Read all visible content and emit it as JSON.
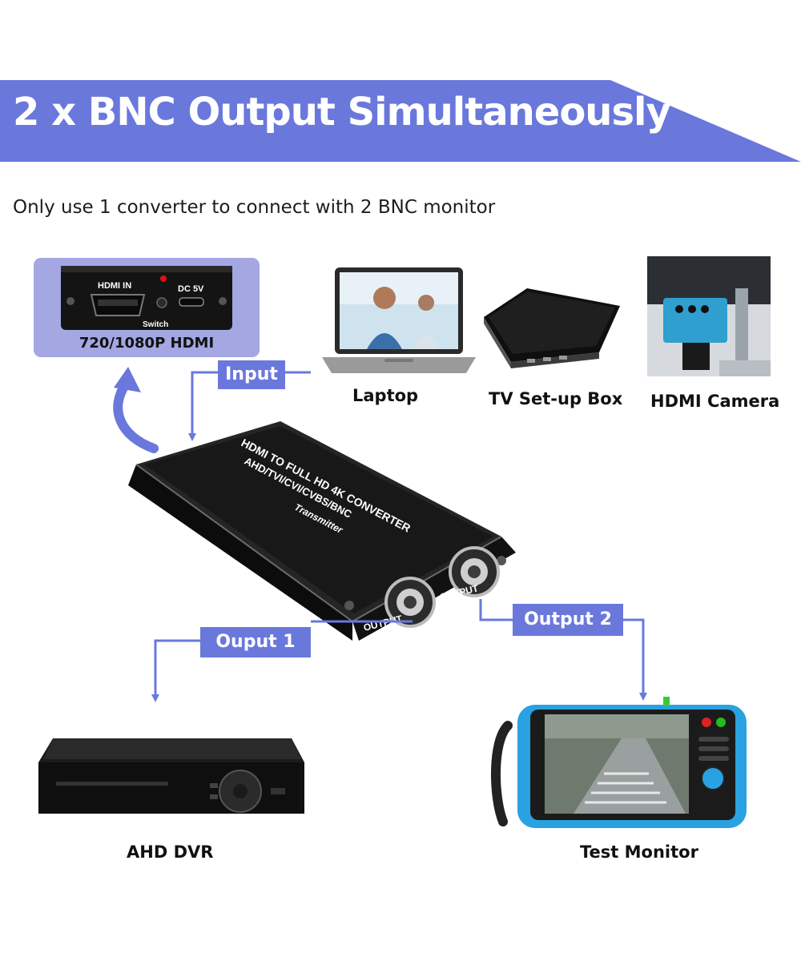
{
  "banner": {
    "title": "2 x BNC Output Simultaneously"
  },
  "subtitle": "Only use 1 converter to connect with 2 BNC monitor",
  "hdmi_panel": {
    "caption": "720/1080P HDMI",
    "labels": {
      "hdmi_in": "HDMI IN",
      "dc": "DC 5V",
      "switch": "Switch"
    }
  },
  "sources": [
    {
      "label": "Laptop"
    },
    {
      "label": "TV Set-up Box"
    },
    {
      "label": "HDMI Camera"
    }
  ],
  "flow_labels": {
    "input": "Input",
    "output1": "Ouput  1",
    "output2": "Output  2"
  },
  "converter": {
    "line1": "HDMI TO FULL HD 4K CONVERTER",
    "line2": "AHD/TVI/CVI/CVBS/BNC",
    "line3": "Transmitter",
    "port1": "OUTPUT",
    "port2": "OUTPUT"
  },
  "destinations": [
    {
      "label": "AHD DVR"
    },
    {
      "label": "Test Monitor"
    }
  ],
  "colors": {
    "accent": "#6a78dc",
    "panel": "#a4a7e2",
    "banner": "#6a78dc"
  }
}
